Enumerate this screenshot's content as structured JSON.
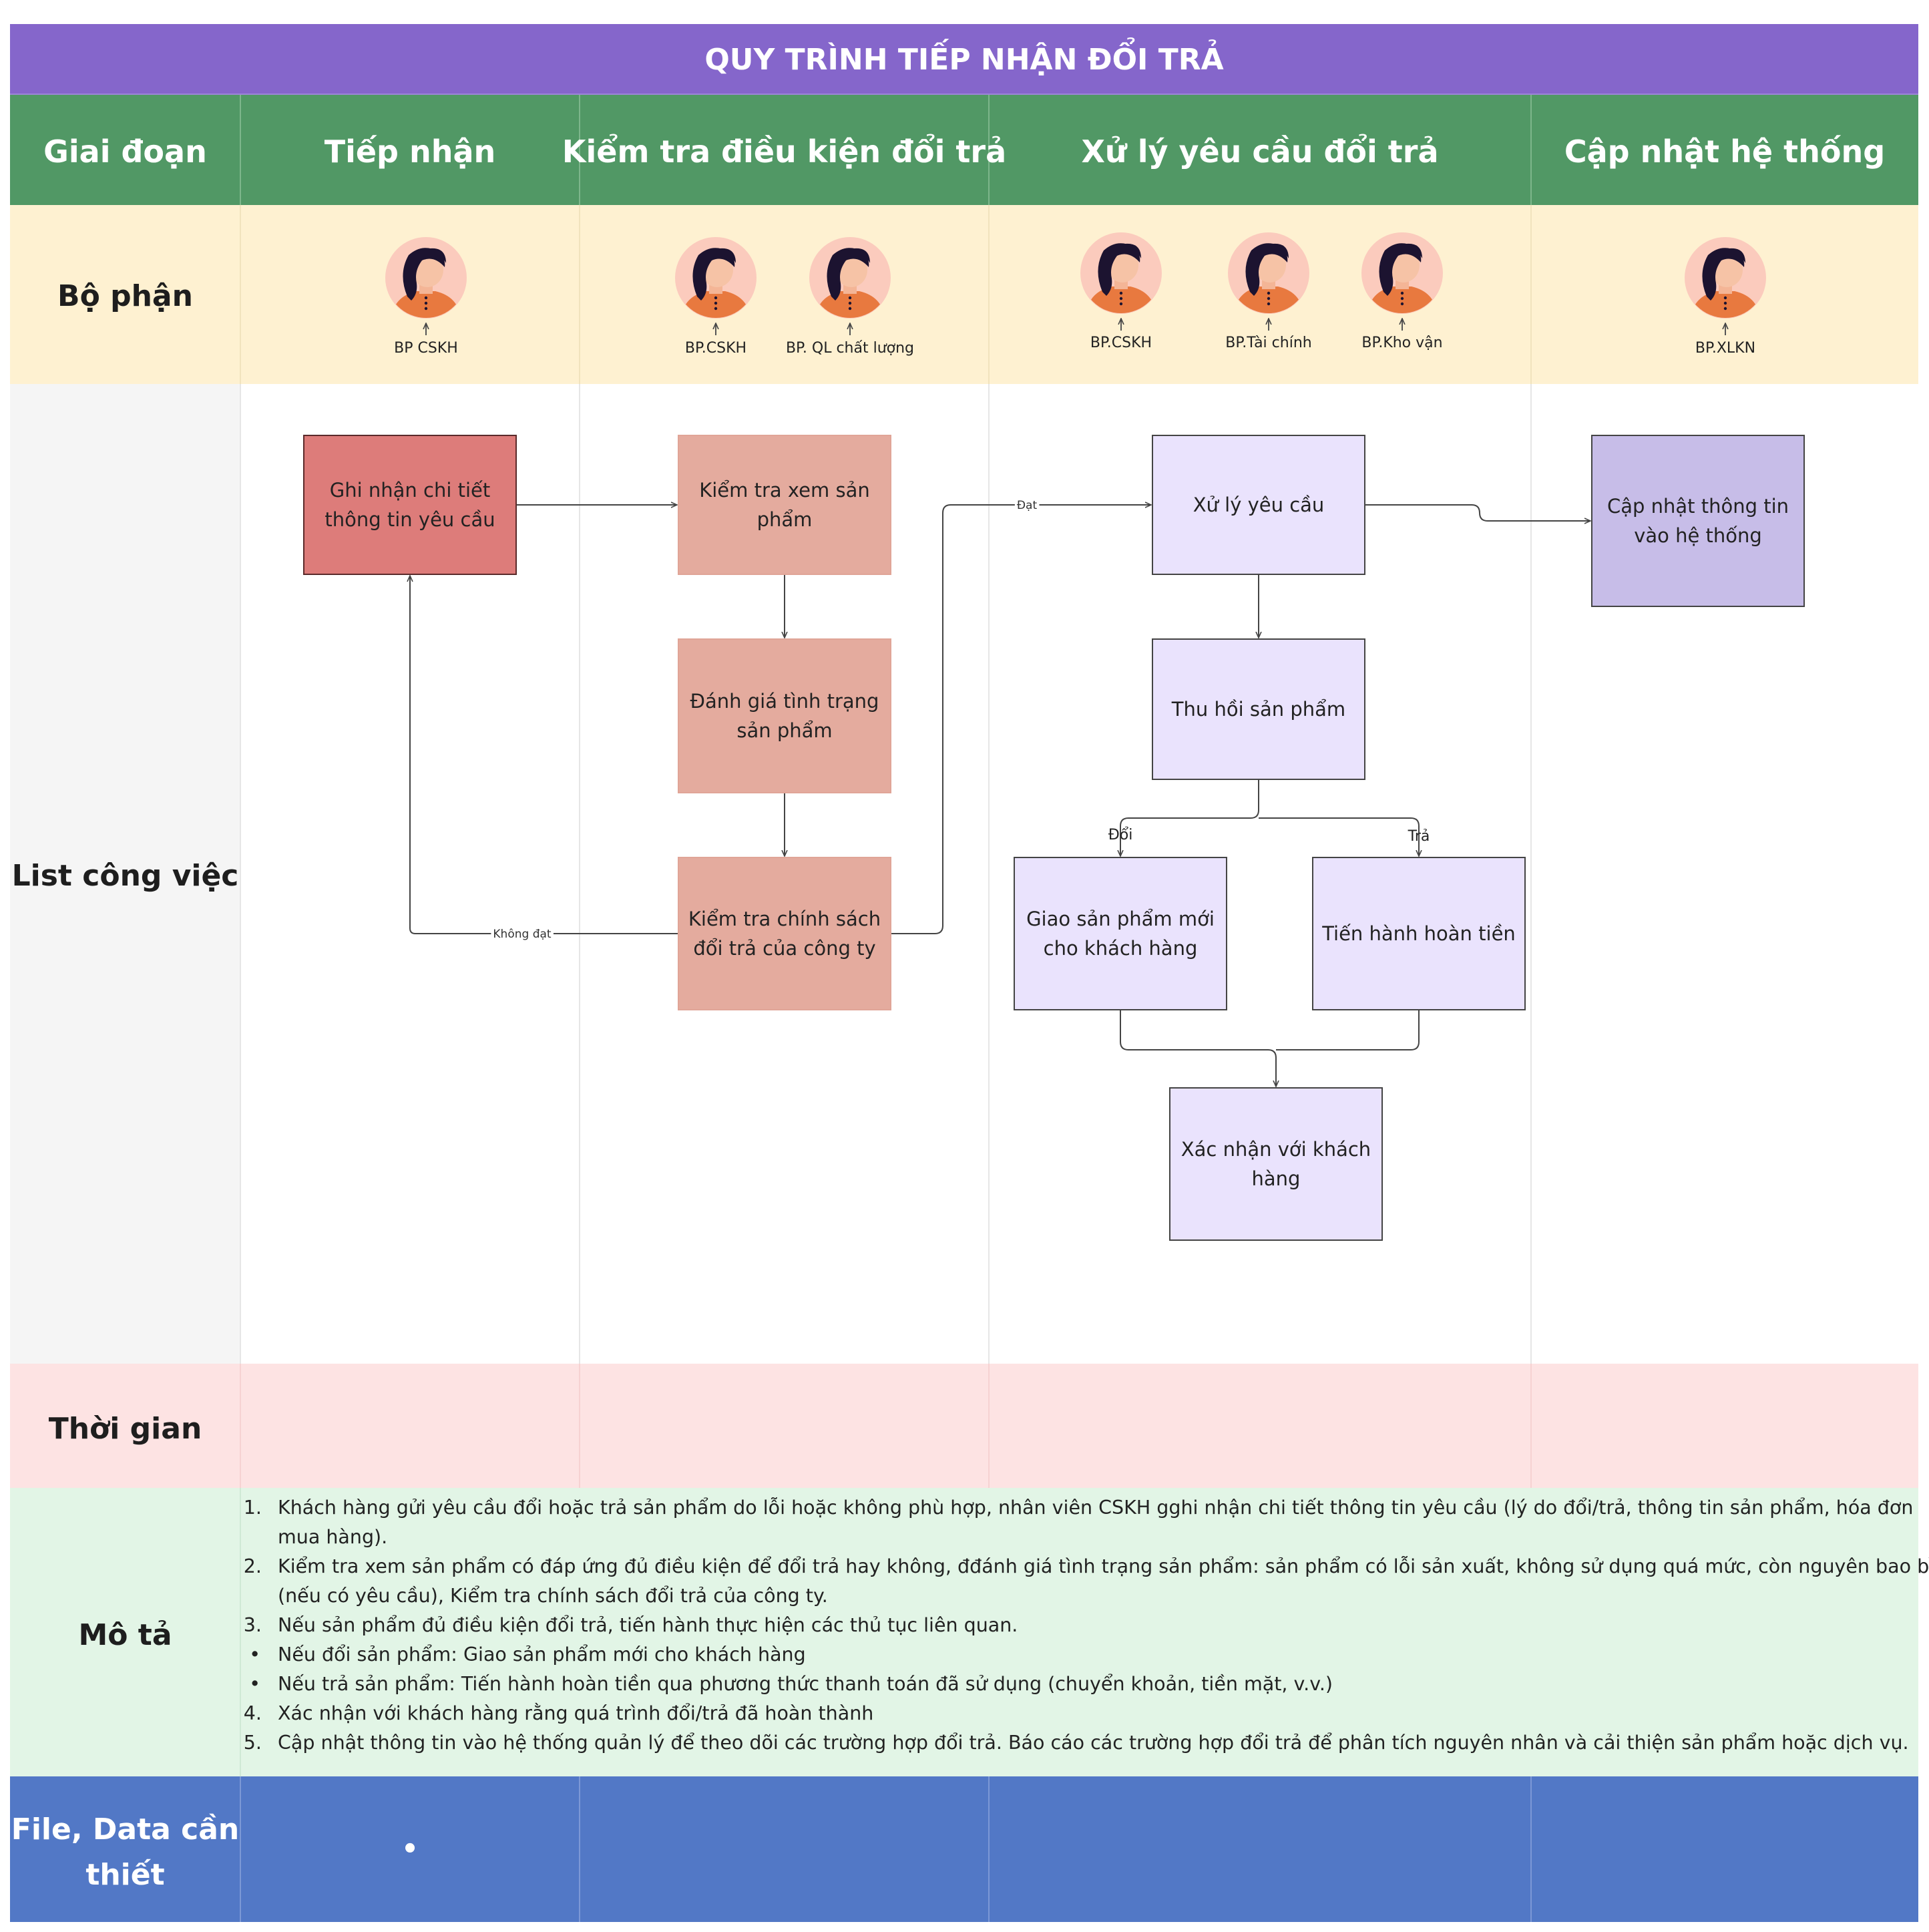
{
  "title": "QUY TRÌNH TIẾP NHẬN ĐỔI TRẢ",
  "colors": {
    "title_bg": "#8566CB",
    "header_bg": "#519865",
    "dept_bg": "#FEF1D1",
    "list_label_bg": "#F5F5F5",
    "time_bg": "#FDE3E3",
    "desc_bg": "#E2F5E6",
    "file_bg": "#5278C6",
    "node_red": "#DD7C7A",
    "node_salmon": "#E4AB9E",
    "node_lavender": "#EAE3FD",
    "node_purple": "#C7BDE8"
  },
  "header": {
    "stage_label": "Giai đoạn",
    "columns": [
      "Tiếp nhận",
      "Kiểm tra điều kiện đổi trả",
      "Xử lý yêu cầu đổi trả",
      "Cập nhật hệ thống"
    ]
  },
  "rows": {
    "departments": "Bộ phận",
    "tasks": "List công việc",
    "time": "Thời gian",
    "description": "Mô tả",
    "files": [
      "File, Data cần",
      "thiết"
    ]
  },
  "departments": [
    {
      "id": "d1",
      "label": "BP CSKH",
      "icon": "person-avatar-icon"
    },
    {
      "id": "d2",
      "label": "BP.CSKH",
      "icon": "person-avatar-icon"
    },
    {
      "id": "d3",
      "label": "BP. QL chất lượng",
      "icon": "person-avatar-icon"
    },
    {
      "id": "d4",
      "label": "BP.CSKH",
      "icon": "person-avatar-icon"
    },
    {
      "id": "d5",
      "label": "BP.Tài chính",
      "icon": "person-avatar-icon"
    },
    {
      "id": "d6",
      "label": "BP.Kho vận",
      "icon": "person-avatar-icon"
    },
    {
      "id": "d7",
      "label": "BP.XLKN",
      "icon": "person-avatar-icon"
    }
  ],
  "nodes": [
    {
      "id": "n1",
      "lines": [
        "Ghi nhận chi tiết",
        "thông tin yêu cầu"
      ],
      "color": "red"
    },
    {
      "id": "n2",
      "lines": [
        "Kiểm tra xem sản",
        "phẩm"
      ],
      "color": "salmon"
    },
    {
      "id": "n3",
      "lines": [
        "Đánh giá tình trạng",
        "sản phẩm"
      ],
      "color": "salmon"
    },
    {
      "id": "n4",
      "lines": [
        "Kiểm tra chính sách",
        "đổi trả của công ty"
      ],
      "color": "salmon"
    },
    {
      "id": "n5",
      "lines": [
        "Xử lý yêu cầu"
      ],
      "color": "lavender"
    },
    {
      "id": "n6",
      "lines": [
        "Thu hồi sản phẩm"
      ],
      "color": "lavender"
    },
    {
      "id": "n7",
      "lines": [
        "Giao sản phẩm mới",
        "cho khách hàng"
      ],
      "color": "lavender"
    },
    {
      "id": "n8",
      "lines": [
        "Tiến hành hoàn tiền"
      ],
      "color": "lavender"
    },
    {
      "id": "n9",
      "lines": [
        "Xác nhận với khách",
        "hàng"
      ],
      "color": "lavender"
    },
    {
      "id": "n10",
      "lines": [
        "Cập nhật thông tin",
        "vào hệ thống"
      ],
      "color": "purple"
    }
  ],
  "edges": [
    {
      "id": "e1",
      "from": "n1",
      "to": "n2",
      "label": ""
    },
    {
      "id": "e2",
      "from": "n2",
      "to": "n3",
      "label": ""
    },
    {
      "id": "e3",
      "from": "n3",
      "to": "n4",
      "label": ""
    },
    {
      "id": "e4",
      "from": "n4",
      "to": "n1",
      "label": "Không đạt"
    },
    {
      "id": "e5",
      "from": "n4",
      "to": "n5",
      "label": "Đạt"
    },
    {
      "id": "e6",
      "from": "n5",
      "to": "n6",
      "label": ""
    },
    {
      "id": "e7",
      "from": "n5",
      "to": "n10",
      "label": ""
    },
    {
      "id": "e8",
      "from": "n6",
      "to": "n7",
      "label": "Đổi"
    },
    {
      "id": "e9",
      "from": "n6",
      "to": "n8",
      "label": "Trả"
    },
    {
      "id": "e10",
      "from": "n7",
      "to": "n9",
      "label": ""
    },
    {
      "id": "e11",
      "from": "n8",
      "to": "n9",
      "label": ""
    }
  ],
  "description": [
    {
      "marker": "1.",
      "lines": [
        "Khách hàng gửi yêu cầu đổi hoặc trả sản phẩm do lỗi hoặc không phù hợp, nhân viên CSKH gghi nhận chi tiết thông tin yêu cầu (lý do đổi/trả, thông tin sản phẩm, hóa đơn",
        "mua hàng)."
      ]
    },
    {
      "marker": "2.",
      "lines": [
        "Kiểm tra xem sản phẩm có đáp ứng đủ điều kiện để đổi trả hay không, đđánh giá tình trạng sản phẩm: sản phẩm có lỗi sản xuất, không sử dụng quá mức, còn nguyên bao bì",
        "(nếu có yêu cầu), Kiểm tra chính sách đổi trả của công ty."
      ]
    },
    {
      "marker": "3.",
      "lines": [
        "Nếu sản phẩm đủ điều kiện đổi trả, tiến hành thực hiện các thủ tục liên quan."
      ]
    },
    {
      "marker": "•",
      "lines": [
        "Nếu đổi sản phẩm: Giao sản phẩm mới cho khách hàng"
      ]
    },
    {
      "marker": "•",
      "lines": [
        "Nếu trả sản phẩm: Tiến hành hoàn tiền qua phương thức thanh toán đã sử dụng (chuyển khoản, tiền mặt, v.v.)"
      ]
    },
    {
      "marker": "4.",
      "lines": [
        "Xác nhận với khách hàng rằng quá trình đổi/trả đã hoàn thành"
      ]
    },
    {
      "marker": "5.",
      "lines": [
        "Cập nhật thông tin vào hệ thống quản lý để theo dõi các trường hợp đổi trả. Báo cáo các trường hợp đổi trả để phân tích nguyên nhân và cải thiện sản phẩm hoặc dịch vụ."
      ]
    }
  ],
  "files_cell_marker": "•"
}
